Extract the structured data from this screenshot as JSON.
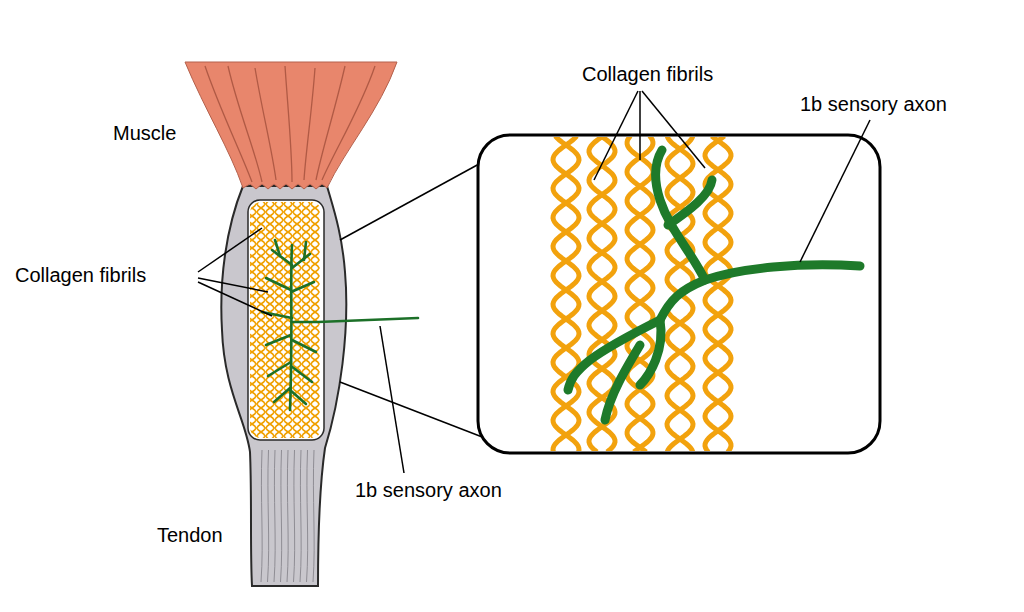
{
  "diagram": {
    "labels": [
      "Collagen fibrils",
      "1b sensory axon",
      "Muscle",
      "Collagen fibrils",
      "1b sensory axon",
      "Tendon"
    ]
  }
}
